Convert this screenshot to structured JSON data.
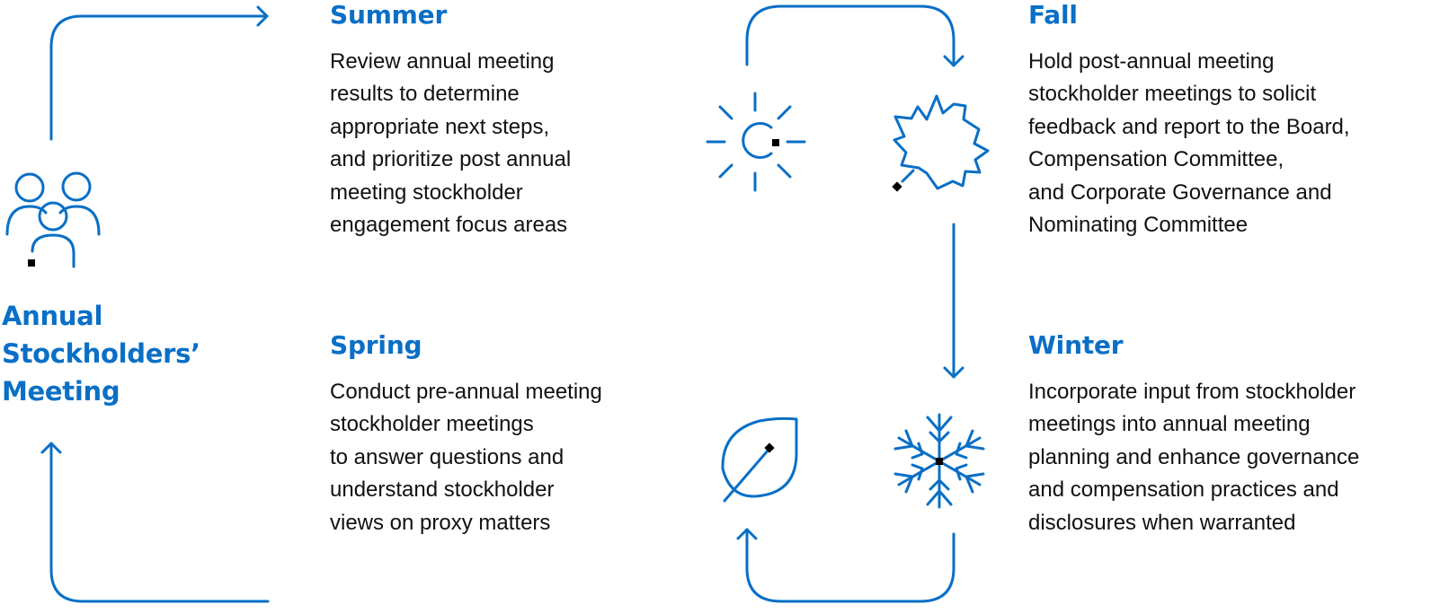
{
  "center": {
    "title": "Annual\nStockholders’\nMeeting"
  },
  "seasons": {
    "summer": {
      "heading": "Summer",
      "text": "Review annual meeting\nresults to determine\nappropriate next steps,\nand prioritize post annual\nmeeting stockholder\nengagement focus areas"
    },
    "spring": {
      "heading": "Spring",
      "text": "Conduct pre-annual meeting\nstockholder meetings\nto answer questions and\nunderstand stockholder\nviews on proxy matters"
    },
    "fall": {
      "heading": "Fall",
      "text": "Hold post-annual meeting\nstockholder meetings to solicit\nfeedback and report to the Board,\nCompensation Committee,\nand Corporate Governance and\nNominating Committee"
    },
    "winter": {
      "heading": "Winter",
      "text": "Incorporate input from stockholder\nmeetings into annual meeting\nplanning and enhance governance\nand compensation practices and\ndisclosures when warranted"
    }
  },
  "icons": {
    "people": "people-icon",
    "sun": "sun-icon",
    "leaf": "maple-leaf-icon",
    "sprout": "spring-leaf-icon",
    "snowflake": "snowflake-icon"
  },
  "colors": {
    "accent": "#0a6fc6",
    "text": "#111111",
    "marker": "#000000"
  }
}
